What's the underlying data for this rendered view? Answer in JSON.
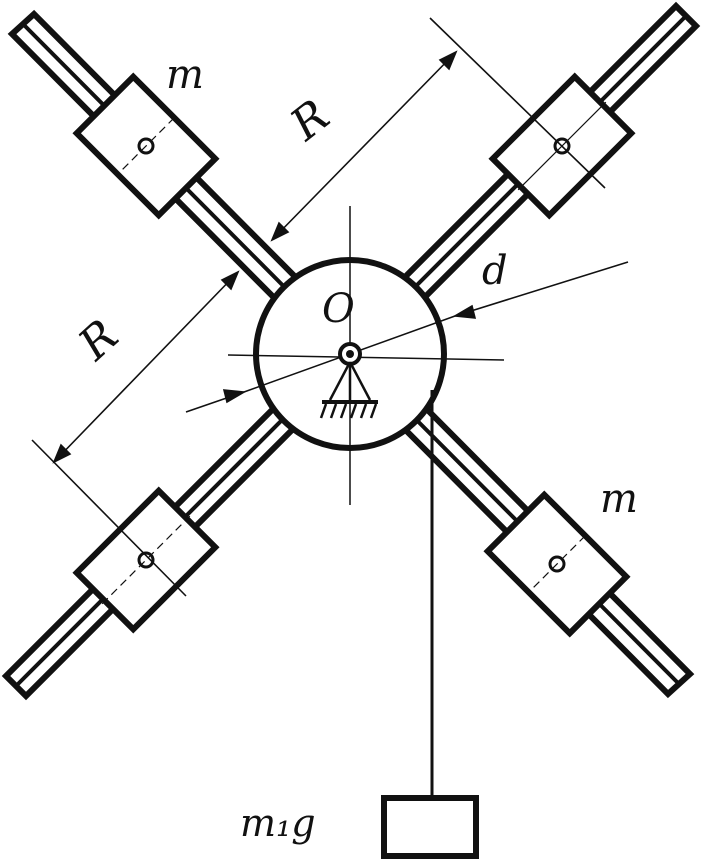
{
  "labels": {
    "mass_top_left": "m",
    "mass_bottom_right": "m",
    "radius_upper": "R",
    "radius_left": "R",
    "center": "O",
    "diameter": "d",
    "hanging_mass": "m₁g"
  },
  "colors": {
    "ink": "#111111",
    "background": "#ffffff"
  }
}
